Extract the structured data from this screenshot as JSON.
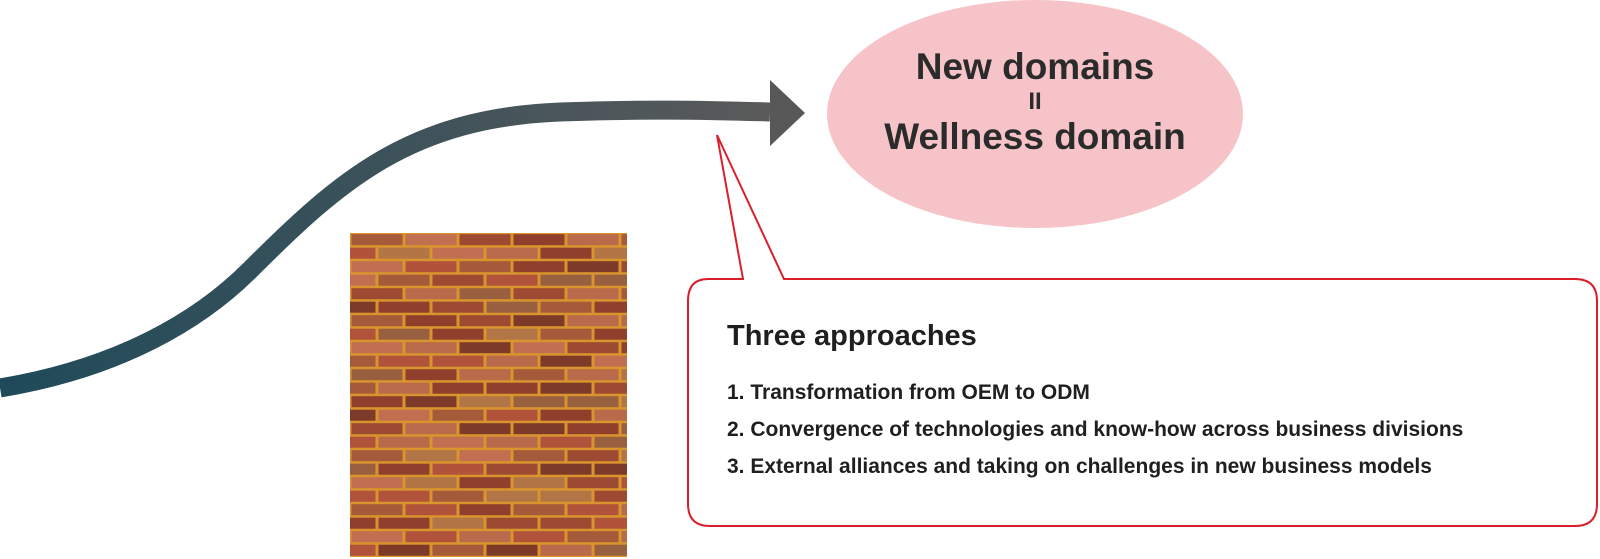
{
  "ellipse": {
    "line1": "New domains",
    "equals": "II",
    "line2": "Wellness domain",
    "fill": "#f6c4c8"
  },
  "callout": {
    "title": "Three approaches",
    "items": [
      "1. Transformation from OEM to ODM",
      "2. Convergence of technologies and know-how across business divisions",
      "3. External alliances and taking on challenges in new business models"
    ],
    "border_color": "#d9202a"
  },
  "arrow": {
    "color_start": "#1f4a5a",
    "color_end": "#5a5a5a"
  },
  "wall": {
    "mortar_color": "#d9942e",
    "brick_colors": [
      "#b0533a",
      "#9c4a32",
      "#8f3f2c",
      "#b86a4a",
      "#a55a3a",
      "#c07050",
      "#7e3a28",
      "#b27545",
      "#996040"
    ]
  }
}
